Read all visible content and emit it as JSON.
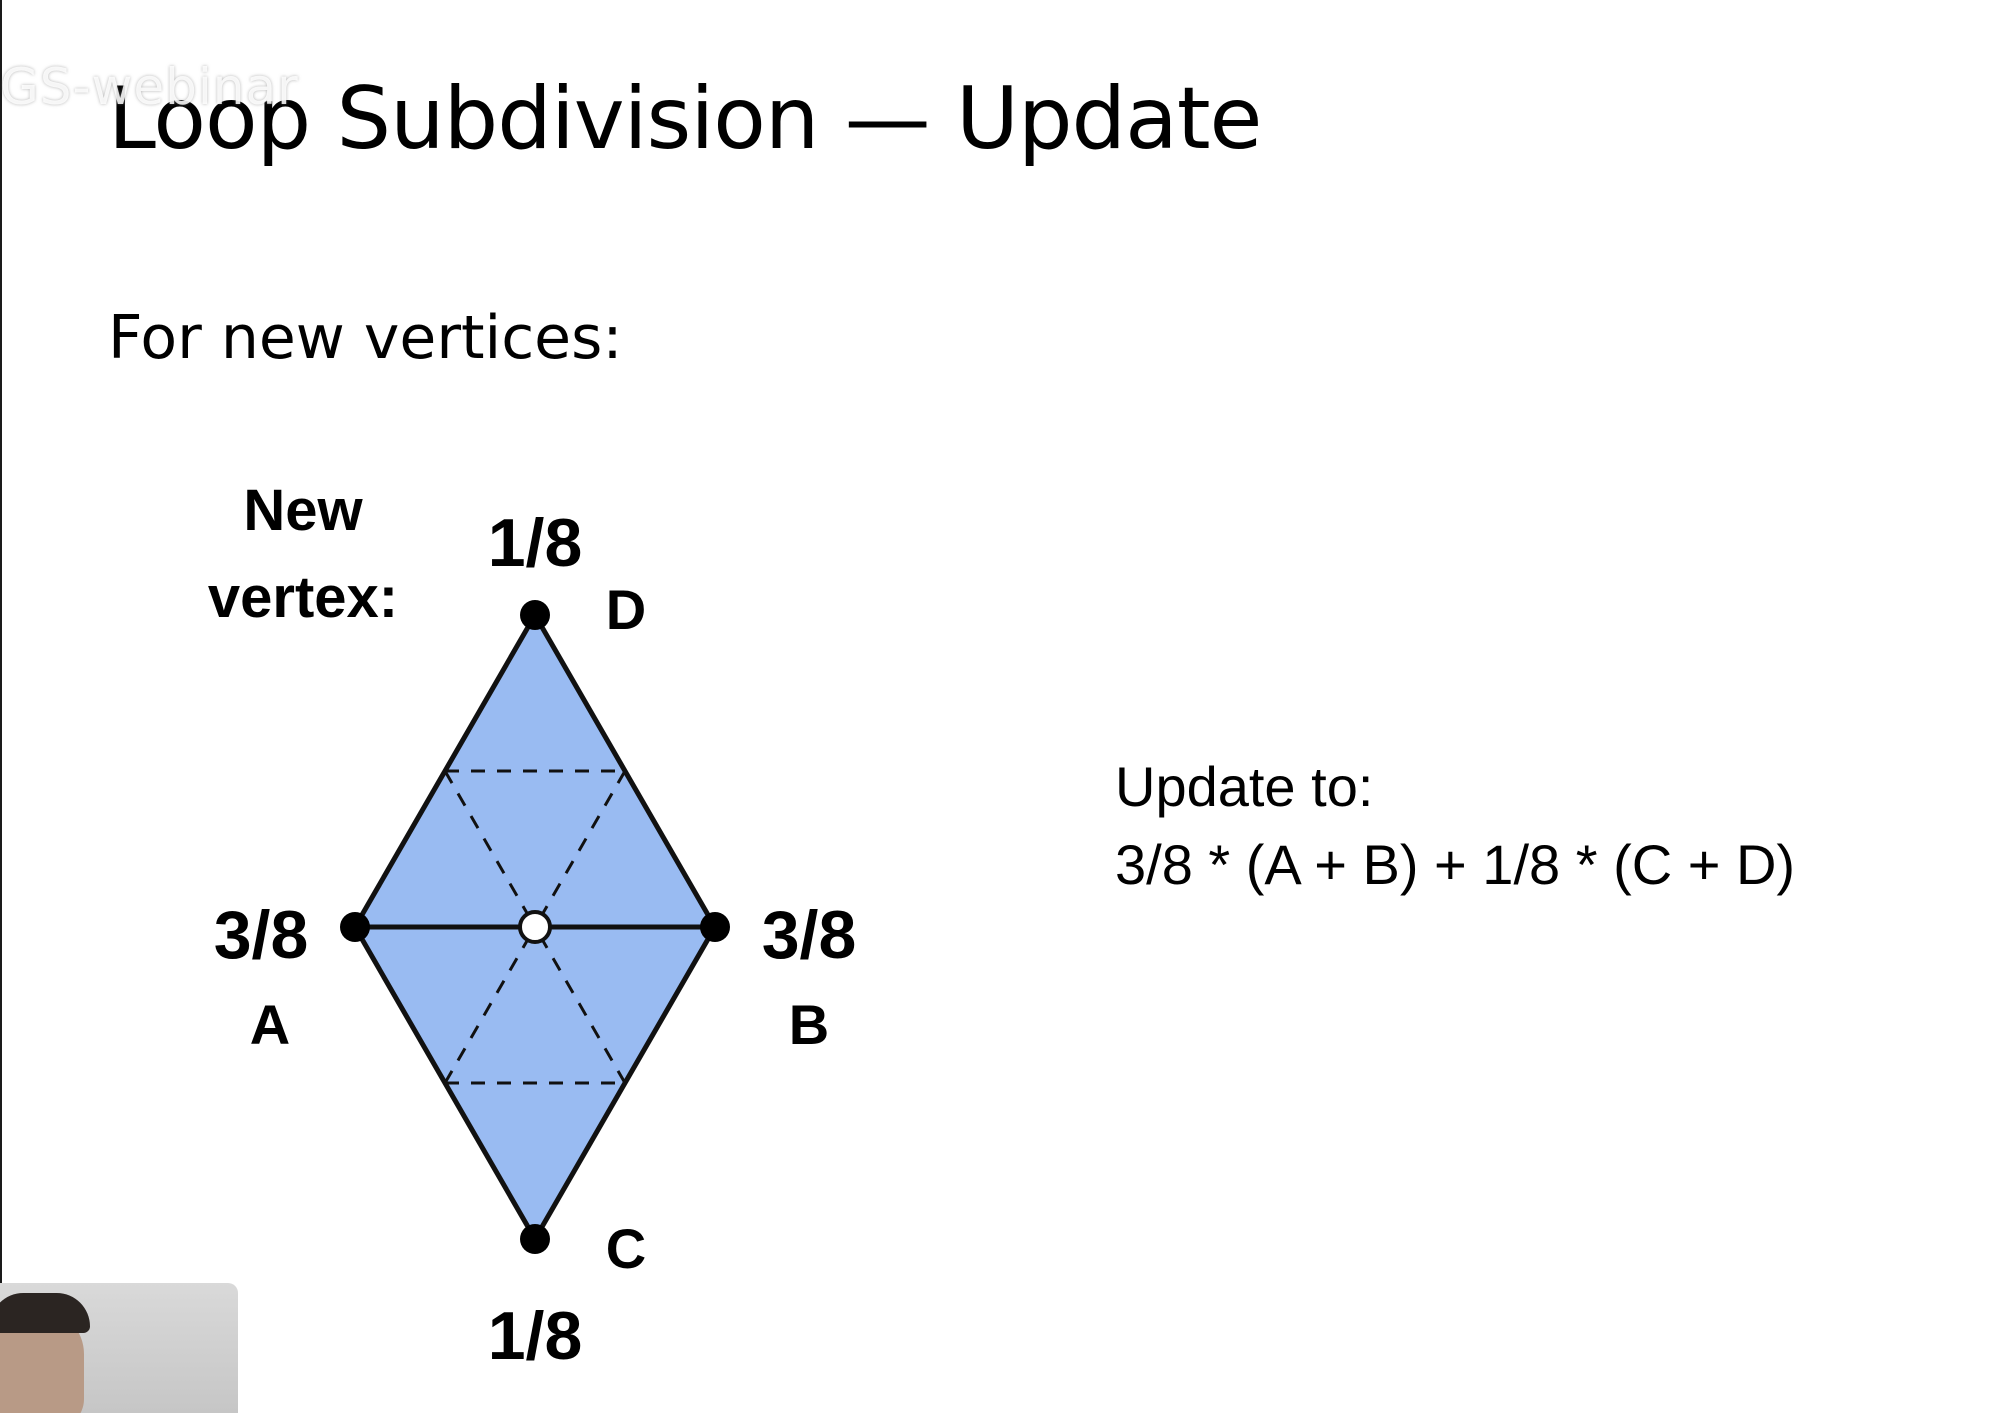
{
  "watermark": {
    "text": "GS-webinar"
  },
  "title": "Loop Subdivision — Update",
  "subtitle": "For new vertices:",
  "diagram": {
    "new_vertex_label_line1": "New",
    "new_vertex_label_line2": "vertex:",
    "weights": {
      "top": "1/8",
      "bottom": "1/8",
      "left": "3/8",
      "right": "3/8"
    },
    "vertex_names": {
      "top": "D",
      "bottom": "C",
      "left": "A",
      "right": "B"
    },
    "colors": {
      "fill": "#99bbf2",
      "stroke": "#111111",
      "new_vertex_fill": "#ffffff"
    }
  },
  "formula": {
    "line1": "Update to:",
    "line2": "3/8 * (A + B) + 1/8 * (C + D)"
  }
}
